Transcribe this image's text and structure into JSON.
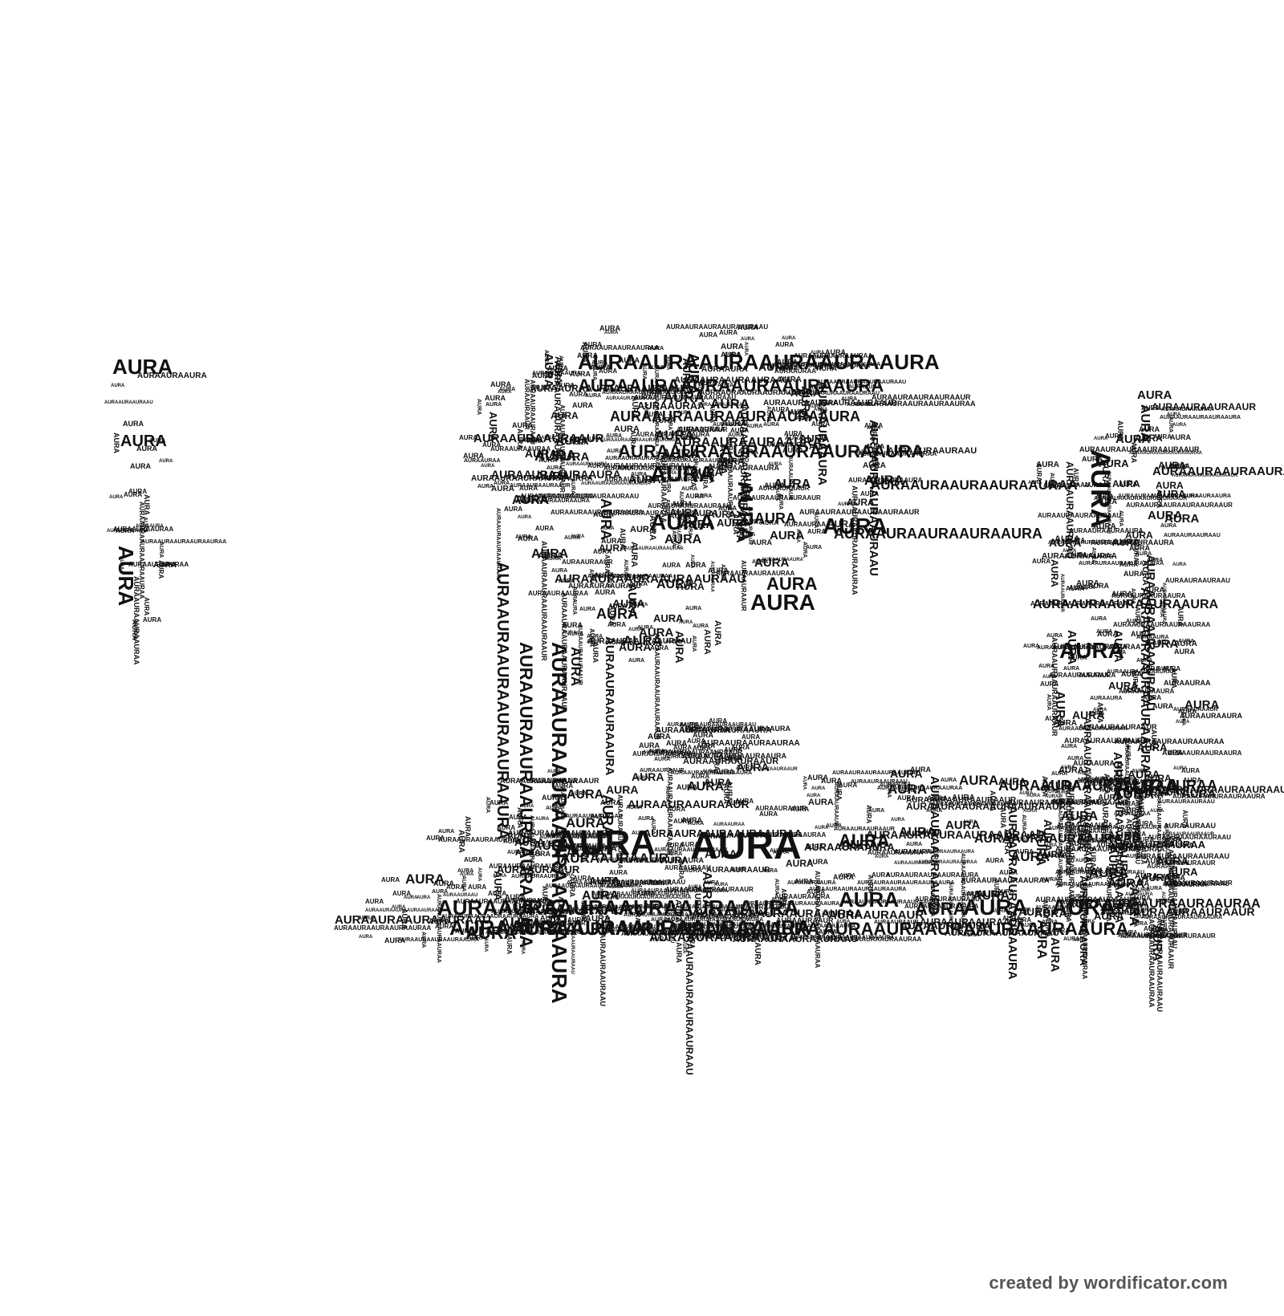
{
  "artwork": {
    "word": "AURA",
    "run": "AURAAURAAURAAURAAURAAURA",
    "ink_color": "#111111",
    "background_color": "#ffffff"
  },
  "credit": {
    "text": "created by wordificator.com",
    "color": "#555555"
  }
}
